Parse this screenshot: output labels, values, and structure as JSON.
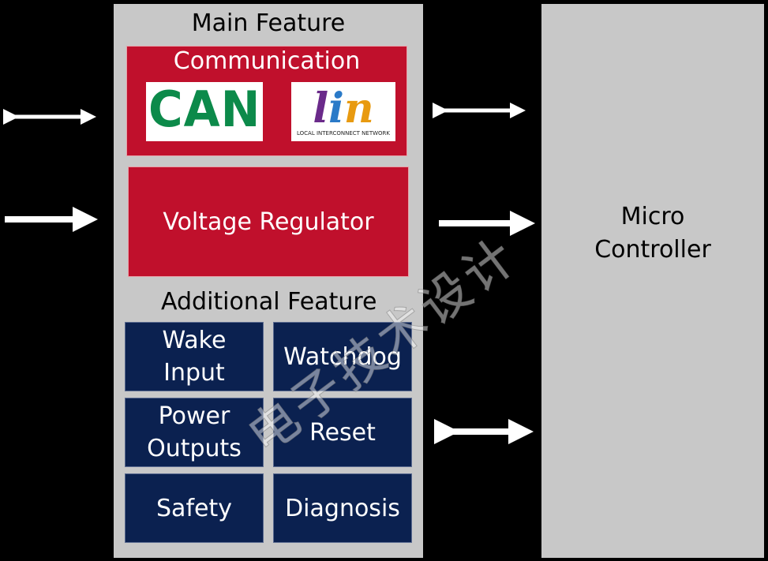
{
  "sbc": {
    "main_feature_heading": "Main Feature",
    "communication": {
      "title": "Communication",
      "can_logo_text": "CAN",
      "lin_logo_text": "lin",
      "lin_logo_subtext": "LOCAL INTERCONNECT NETWORK"
    },
    "voltage_regulator_label": "Voltage Regulator",
    "additional_feature_heading": "Additional Feature",
    "additional_features": [
      {
        "label": "Wake\nInput"
      },
      {
        "label": "Watchdog"
      },
      {
        "label": "Power\nOutputs"
      },
      {
        "label": "Reset"
      },
      {
        "label": "Safety"
      },
      {
        "label": "Diagnosis"
      }
    ]
  },
  "microcontroller": {
    "label": "Micro\nController"
  },
  "watermark": {
    "text": "电子技术设计"
  },
  "colors": {
    "background": "#000000",
    "block_gray": "#c8c8c8",
    "feature_red": "#c0102c",
    "feature_navy": "#0b2150",
    "can_green": "#0c8a4a"
  }
}
